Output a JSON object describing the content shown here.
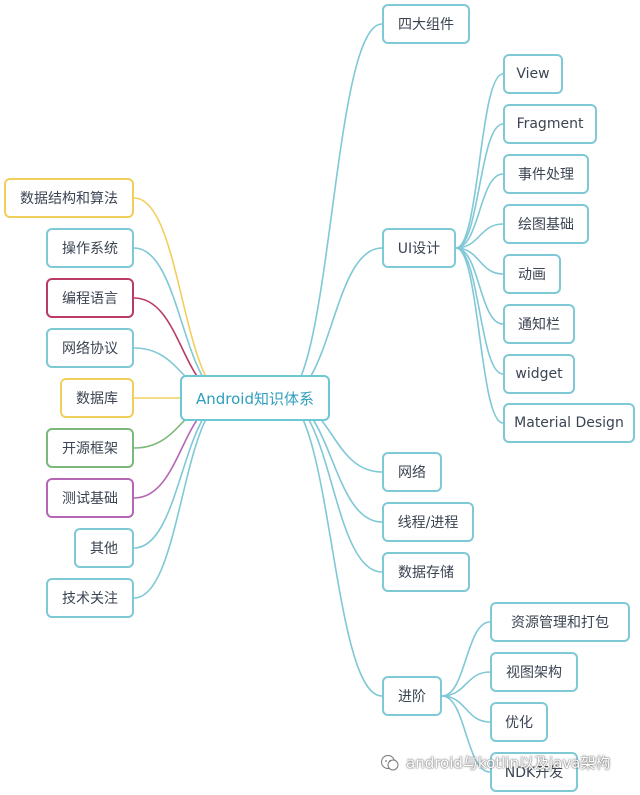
{
  "colors": {
    "teal": "#7fc8d6",
    "yellow": "#f0cf5c",
    "crimson": "#b83c63",
    "green": "#7bb87a",
    "purple": "#b567b5"
  },
  "root": {
    "label": "Android知识体系"
  },
  "left_nodes": [
    {
      "id": "n-ds",
      "label": "数据结构和算法",
      "color": "yellow"
    },
    {
      "id": "n-os",
      "label": "操作系统",
      "color": "teal"
    },
    {
      "id": "n-lang",
      "label": "编程语言",
      "color": "crimson"
    },
    {
      "id": "n-net",
      "label": "网络协议",
      "color": "teal"
    },
    {
      "id": "n-db",
      "label": "数据库",
      "color": "yellow"
    },
    {
      "id": "n-oss",
      "label": "开源框架",
      "color": "green"
    },
    {
      "id": "n-test",
      "label": "测试基础",
      "color": "purple"
    },
    {
      "id": "n-other",
      "label": "其他",
      "color": "teal"
    },
    {
      "id": "n-tech",
      "label": "技术关注",
      "color": "teal"
    }
  ],
  "right_nodes": [
    {
      "id": "r-four",
      "label": "四大组件"
    },
    {
      "id": "r-ui",
      "label": "UI设计"
    },
    {
      "id": "r-net",
      "label": "网络"
    },
    {
      "id": "r-thread",
      "label": "线程/进程"
    },
    {
      "id": "r-store",
      "label": "数据存储"
    },
    {
      "id": "r-adv",
      "label": "进阶"
    }
  ],
  "ui_children": [
    "View",
    "Fragment",
    "事件处理",
    "绘图基础",
    "动画",
    "通知栏",
    "widget",
    "Material Design"
  ],
  "adv_children": [
    "资源管理和打包",
    "视图架构",
    "优化",
    "NDK开发"
  ],
  "watermark": {
    "text": "android与kotlin以及java架构"
  }
}
